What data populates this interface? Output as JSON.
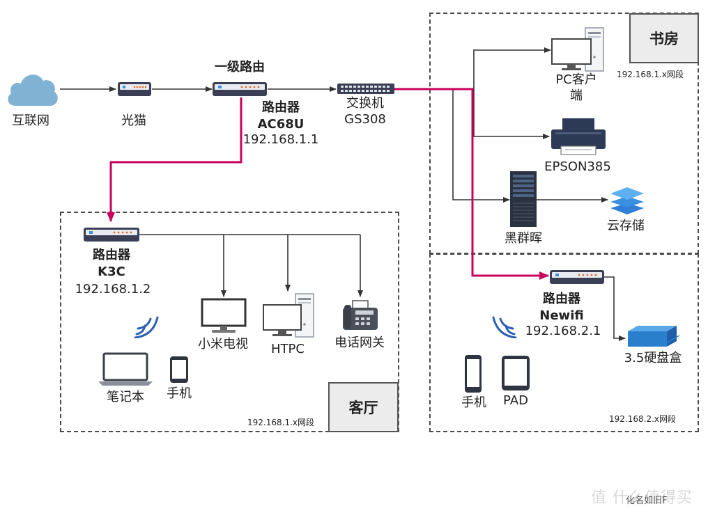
{
  "nodes": {
    "internet": "互联网",
    "modem": "光猫",
    "main_router_title": "一级路由",
    "main_router_name": "路由器",
    "main_router_model": "AC68U",
    "main_router_ip": "192.168.1.1",
    "switch_name": "交换机",
    "switch_model": "GS308",
    "pc_line1": "PC客户",
    "pc_line2": "端",
    "printer": "EPSON385",
    "nas": "黑群晖",
    "cloud_storage": "云存储",
    "k3c_name": "路由器",
    "k3c_model": "K3C",
    "k3c_ip": "192.168.1.2",
    "mi_tv": "小米电视",
    "htpc": "HTPC",
    "phone_gateway": "电话网关",
    "laptop": "笔记本",
    "living_phone": "手机",
    "newifi_name": "路由器",
    "newifi_model": "Newifi",
    "newifi_ip": "192.168.2.1",
    "hdd_box": "3.5硬盘盒",
    "study_phone": "手机",
    "pad": "PAD"
  },
  "zones": {
    "study": {
      "tag": "书房",
      "subnet": "192.168.1.x网段"
    },
    "living": {
      "tag": "客厅",
      "subnet": "192.168.1.x网段"
    },
    "lower_right": {
      "subnet": "192.168.2.x网段"
    }
  },
  "watermark": {
    "text": "化名如旧F",
    "logo": "值 什么值得买"
  },
  "colors": {
    "primary_link": "#c8005f",
    "secondary_link": "#333333",
    "device_body": "#3a3f55",
    "cloud": "#7fb2d3",
    "stack": "#3a8fe0"
  },
  "icons": [
    "cloud-icon",
    "router-icon",
    "switch-icon",
    "monitor-icon",
    "desktop-icon",
    "printer-icon",
    "server-icon",
    "layers-icon",
    "tv-icon",
    "fax-icon",
    "laptop-icon",
    "phone-icon",
    "tablet-icon",
    "wifi-icon",
    "hdd-box-icon"
  ]
}
